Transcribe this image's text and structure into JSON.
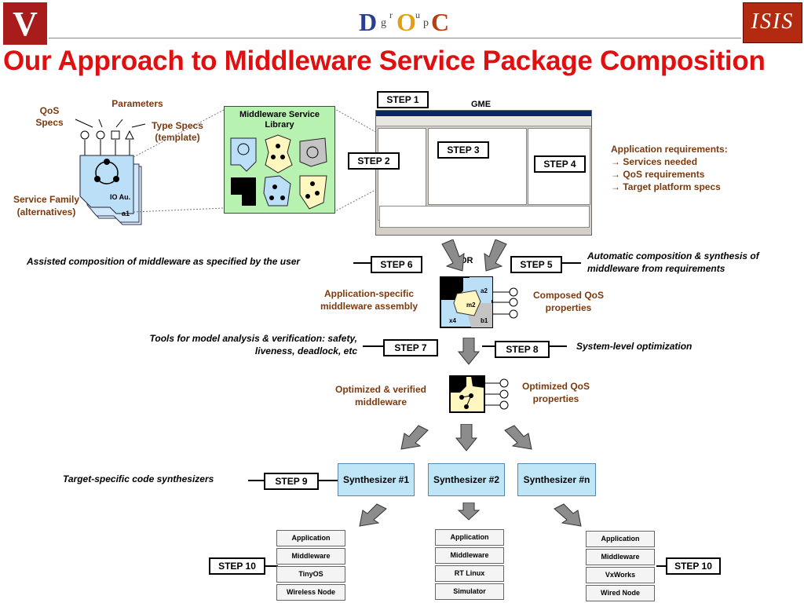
{
  "header": {
    "title": "Our Approach to Middleware Service Package Composition",
    "logo_left": "V",
    "logo_center": [
      "D",
      "O",
      "C"
    ],
    "logo_center_small": [
      "g",
      "r",
      "u",
      "p"
    ],
    "logo_right": "ISIS"
  },
  "left": {
    "parameters": "Parameters",
    "qos_specs": "QoS Specs",
    "type_specs": "Type Specs (template)",
    "service_family": "Service Family (alternatives)",
    "io_au": "IO Au.",
    "a1": "a1"
  },
  "library": {
    "title": "Middleware Service Library"
  },
  "gme": {
    "label": "GME"
  },
  "steps": {
    "s1": "STEP 1",
    "s2": "STEP 2",
    "s3": "STEP 3",
    "s4": "STEP 4",
    "s5": "STEP 5",
    "s6": "STEP 6",
    "s7": "STEP 7",
    "s8": "STEP 8",
    "s9": "STEP 9",
    "s10a": "STEP 10",
    "s10b": "STEP 10"
  },
  "requirements": {
    "title": "Application requirements:",
    "items": [
      "→ Services needed",
      "→ QoS requirements",
      "→ Target platform specs"
    ]
  },
  "composition": {
    "assisted": "Assisted composition of middleware as specified by the user",
    "automatic": "Automatic composition & synthesis of middleware from requirements",
    "or": "OR",
    "assembly": "Application-specific middleware assembly",
    "composed_qos": "Composed QoS properties",
    "piece_a2": "a2",
    "piece_m2": "m2",
    "piece_x4": "x4",
    "piece_b1": "b1"
  },
  "analysis": {
    "tools": "Tools for model analysis & verification: safety, liveness, deadlock, etc",
    "system_opt": "System-level optimization",
    "optimized_mw": "Optimized & verified middleware",
    "optimized_qos": "Optimized QoS properties"
  },
  "synthesis": {
    "label": "Target-specific code synthesizers",
    "synthesizers": [
      "Synthesizer #1",
      "Synthesizer #2",
      "Synthesizer #n"
    ]
  },
  "targets": [
    {
      "layers": [
        "Application",
        "Middleware",
        "TinyOS",
        "Wireless Node"
      ]
    },
    {
      "layers": [
        "Application",
        "Middleware",
        "RT Linux",
        "Simulator"
      ]
    },
    {
      "layers": [
        "Application",
        "Middleware",
        "VxWorks",
        "Wired Node"
      ]
    }
  ],
  "colors": {
    "title_red": "#e01010",
    "brown_label": "#7a3a10",
    "library_green": "#b8f2b0",
    "synth_blue": "#bfe6f7",
    "arrow_gray": "#8c8c8c"
  }
}
